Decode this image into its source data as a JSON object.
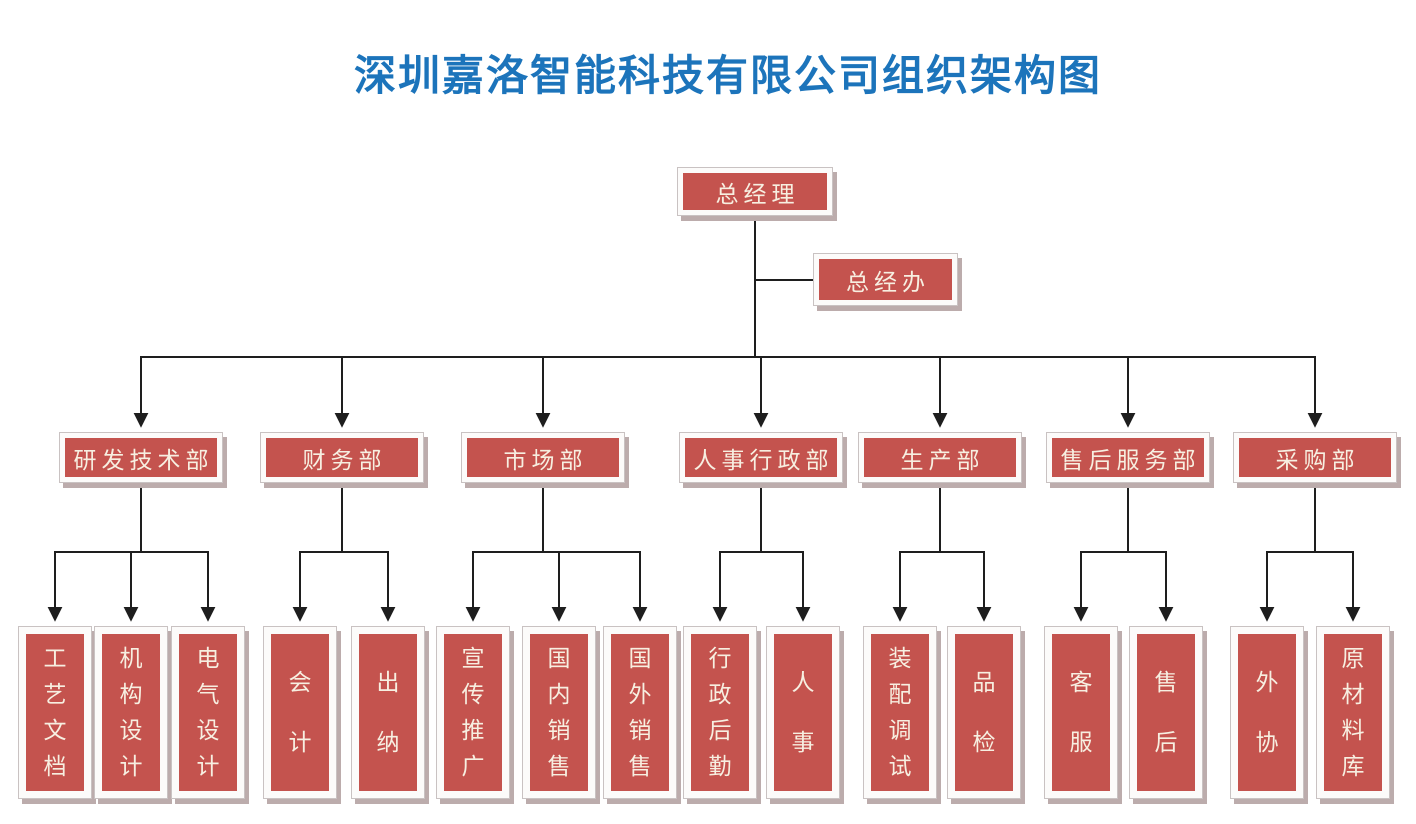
{
  "title": "深圳嘉洛智能科技有限公司组织架构图",
  "colors": {
    "title_color": "#1C74BB",
    "box_fill": "#C4534E",
    "box_text": "#F7EFE1",
    "box_frame": "#FCFBFA",
    "box_frame_border": "#C9C2C2",
    "box_shadow": "#BCACAC",
    "line_color": "#1E1E1E"
  },
  "org": {
    "root": {
      "label": "总经理"
    },
    "staff": {
      "label": "总经办"
    },
    "departments": [
      {
        "label": "研发技术部",
        "children": [
          {
            "label": "工艺文档"
          },
          {
            "label": "机构设计"
          },
          {
            "label": "电气设计"
          }
        ]
      },
      {
        "label": "财务部",
        "children": [
          {
            "label": "会计"
          },
          {
            "label": "出纳"
          }
        ]
      },
      {
        "label": "市场部",
        "children": [
          {
            "label": "宣传推广"
          },
          {
            "label": "国内销售"
          },
          {
            "label": "国外销售"
          }
        ]
      },
      {
        "label": "人事行政部",
        "children": [
          {
            "label": "行政后勤"
          },
          {
            "label": "人事"
          }
        ]
      },
      {
        "label": "生产部",
        "children": [
          {
            "label": "装配调试"
          },
          {
            "label": "品检"
          }
        ]
      },
      {
        "label": "售后服务部",
        "children": [
          {
            "label": "客服"
          },
          {
            "label": "售后"
          }
        ]
      },
      {
        "label": "采购部",
        "children": [
          {
            "label": "外协"
          },
          {
            "label": "原材料库"
          }
        ]
      }
    ]
  }
}
